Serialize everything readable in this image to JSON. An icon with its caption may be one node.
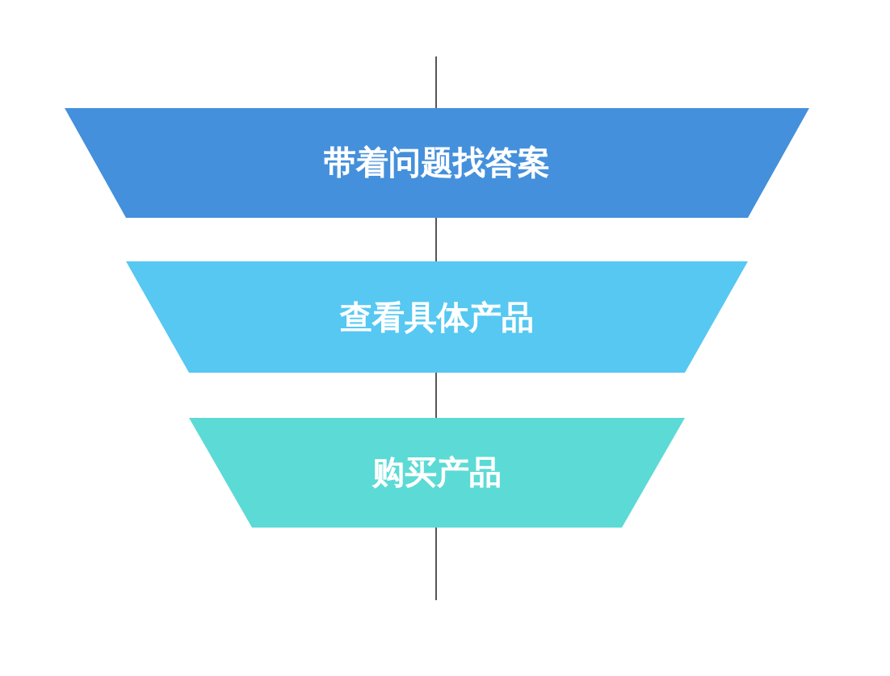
{
  "diagram": {
    "nodes": [
      {
        "text": [
          "带着问题找答案"
        ]
      },
      {
        "text": [
          "查看具体产品"
        ]
      },
      {
        "text": [
          "购买产品"
        ]
      }
    ]
  }
}
